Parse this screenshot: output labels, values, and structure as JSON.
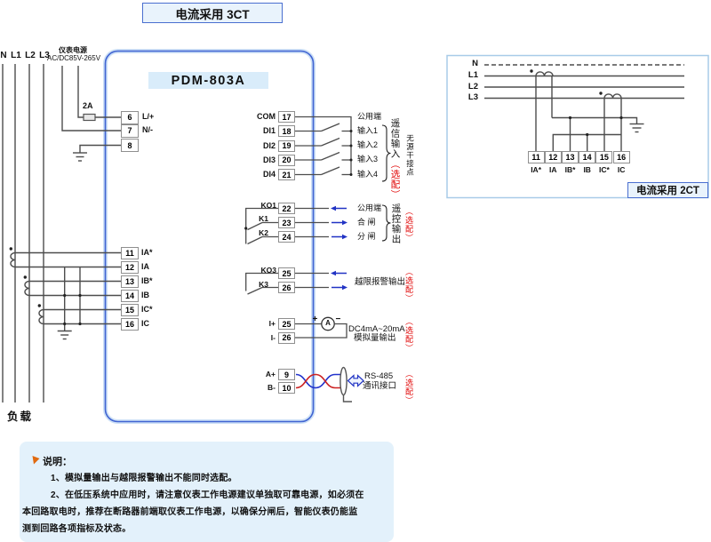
{
  "colors": {
    "wire": "#4d4d4d",
    "arrow_blue": "#2133c4",
    "rs485_blue": "#2233cc",
    "rs485_red": "#cc2222",
    "option_red": "#e00000",
    "marker_orange": "#ee7b1e",
    "device_border_blue": "#3f63d2",
    "panel_bg": "#e3f1fb",
    "header_bg": "#d9ecfa"
  },
  "title_3ct": "电流采用 3CT",
  "device_name": "PDM-803A",
  "phases": {
    "n": "N",
    "l1": "L1",
    "l2": "L2",
    "l3": "L3"
  },
  "power": {
    "label1": "仪表电源",
    "label2": "AC/DC85V-265V",
    "fuse": "2A",
    "t6": "6",
    "t6_label": "L/+",
    "t7": "7",
    "t7_label": "N/-",
    "t8": "8"
  },
  "load_label": "负载",
  "ct_terminals": [
    {
      "num": "11",
      "label": "IA*"
    },
    {
      "num": "12",
      "label": "IA"
    },
    {
      "num": "13",
      "label": "IB*"
    },
    {
      "num": "14",
      "label": "IB"
    },
    {
      "num": "15",
      "label": "IC*"
    },
    {
      "num": "16",
      "label": "IC"
    }
  ],
  "di": {
    "com_label": "COM",
    "com_num": "17",
    "com_desc": "公用端",
    "rows": [
      {
        "label": "DI1",
        "num": "18",
        "desc": "输入1"
      },
      {
        "label": "DI2",
        "num": "19",
        "desc": "输入2"
      },
      {
        "label": "DI3",
        "num": "20",
        "desc": "输入3"
      },
      {
        "label": "DI4",
        "num": "21",
        "desc": "输入4"
      }
    ],
    "group": "遥信输入",
    "option": "（选配）",
    "note": "无源干接点"
  },
  "ko1": {
    "rows": [
      {
        "label": "KO1",
        "num": "22",
        "desc": "公用端"
      },
      {
        "label": "K1",
        "num": "23",
        "desc": "合 闸"
      },
      {
        "label": "K2",
        "num": "24",
        "desc": "分 闸"
      }
    ],
    "group": "遥控输出",
    "option": "（选配）"
  },
  "ko3": {
    "rows": [
      {
        "label": "KO3",
        "num": "25"
      },
      {
        "label": "K3",
        "num": "26"
      }
    ],
    "desc": "越限报警输出",
    "option": "（选配）"
  },
  "analog": {
    "rows": [
      {
        "label": "I+",
        "num": "25"
      },
      {
        "label": "I-",
        "num": "26"
      }
    ],
    "plus": "+",
    "minus": "−",
    "meter": "A",
    "desc1": "DC4mA~20mA",
    "desc2": "模拟量输出",
    "option": "（选配）"
  },
  "rs485": {
    "rows": [
      {
        "label": "A+",
        "num": "9"
      },
      {
        "label": "B-",
        "num": "10"
      }
    ],
    "desc1": "RS-485",
    "desc2": "通讯接口",
    "option": "（选配）"
  },
  "panel2ct": {
    "title": "电流采用 2CT",
    "phases": [
      "N",
      "L1",
      "L2",
      "L3"
    ],
    "terminals": [
      {
        "num": "11",
        "label": "IA*"
      },
      {
        "num": "12",
        "label": "IA"
      },
      {
        "num": "13",
        "label": "IB*"
      },
      {
        "num": "14",
        "label": "IB"
      },
      {
        "num": "15",
        "label": "IC*"
      },
      {
        "num": "16",
        "label": "IC"
      }
    ]
  },
  "notes": {
    "heading": "说明：",
    "line1": "1、模拟量输出与越限报警输出不能同时选配。",
    "line2": "2、在低压系统中应用时，请注意仪表工作电源建议单独取可靠电源，如必须在",
    "line3": "本回路取电时，推荐在断路器前端取仪表工作电源，以确保分闸后，智能仪表仍能监",
    "line4": "测到回路各项指标及状态。"
  }
}
